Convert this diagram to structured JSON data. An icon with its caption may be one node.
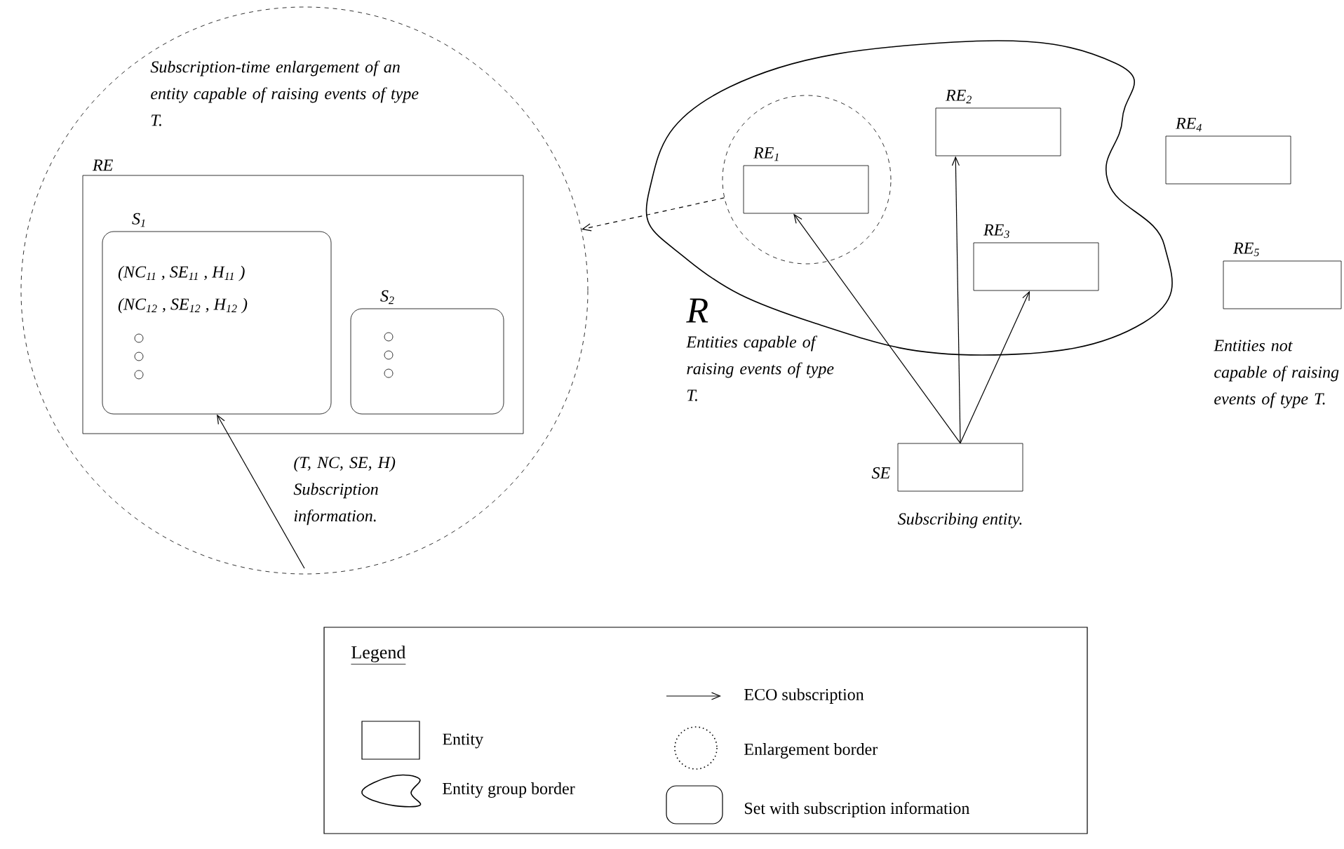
{
  "diagram": {
    "nodes": [
      {
        "text": [
          "Subscription-time enlargement of an entity capable of raising events of type T."
        ]
      },
      {
        "text": [
          "RE"
        ],
        "in": 0
      },
      {
        "text": [
          "S$_{1}$",
          "(NC$_{11}$ , SE$_{11}$ , H$_{11}$ )",
          "(NC$_{12}$ , SE$_{12}$ , H$_{12}$ )"
        ],
        "in": 1
      },
      {
        "text": [
          "S$_{2}$"
        ],
        "in": 1
      },
      {
        "text": [
          "R",
          "Entities capable of raising events of type T."
        ]
      },
      {
        "text": [],
        "shape": "circle",
        "in": 4
      },
      {
        "text": [
          "RE$_{1}$"
        ],
        "in": 5
      },
      {
        "text": [
          "RE$_{2}$"
        ],
        "in": 4
      },
      {
        "text": [
          "RE$_{3}$"
        ],
        "in": 4
      },
      {
        "text": [
          "RE$_{4}$"
        ]
      },
      {
        "text": [
          "RE$_{5}$"
        ]
      },
      {
        "text": [
          "SE"
        ],
        "beside": [
          "Subscribing entity."
        ]
      }
    ],
    "edges": [
      {
        "from": 5,
        "to": 0,
        "arrow": "to",
        "style": "dashed"
      },
      {
        "from": null,
        "to": 2,
        "arrow": "to"
      },
      {
        "from": 11,
        "to": 6,
        "arrow": "to"
      },
      {
        "from": 11,
        "to": 7,
        "arrow": "to"
      },
      {
        "from": 11,
        "to": 8,
        "arrow": "to"
      }
    ],
    "labels": [
      "(T, NC, SE, H) Subscription information.",
      "Entities not capable of raising events of type T.",
      "Legend"
    ],
    "legend": [
      {
        "text": "ECO subscription"
      },
      {
        "text": "Entity"
      },
      {
        "text": "Enlargement border"
      },
      {
        "text": "Entity group border"
      },
      {
        "text": "Set with subscription information"
      }
    ]
  }
}
